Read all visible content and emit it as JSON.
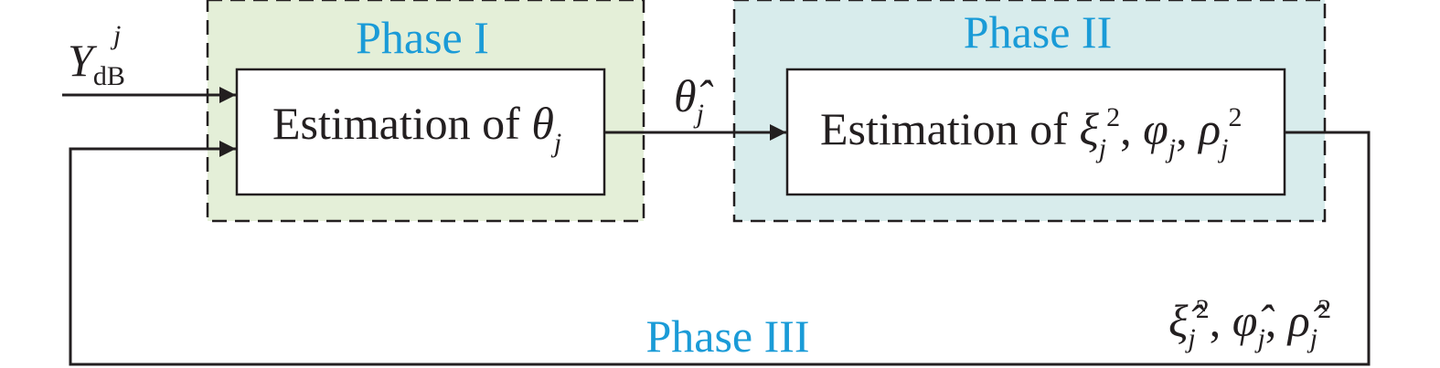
{
  "colors": {
    "phase1_fill": "#e4efd8",
    "phase2_fill": "#d8ecec",
    "phase_label": "#1a9bd7",
    "line": "#231f20",
    "box_fill": "#ffffff"
  },
  "phases": {
    "phase1": {
      "label": "Phase I"
    },
    "phase2": {
      "label": "Phase II"
    },
    "phase3": {
      "label": "Phase III"
    }
  },
  "blocks": {
    "estimation_theta": {
      "prefix": "Estimation of ",
      "symbol": "θ",
      "subscript": "j"
    },
    "estimation_xi_phi_rho": {
      "prefix": "Estimation of ",
      "xi": "ξ",
      "phi": "φ",
      "rho": "ρ",
      "subscript": "j",
      "superscript": "2",
      "comma": ", "
    }
  },
  "signals": {
    "input": {
      "symbol": "Y",
      "subscript": "dB",
      "superscript": "j"
    },
    "theta_hat": {
      "symbol": "θ̂",
      "subscript": "j"
    },
    "feedback": {
      "xi_hat": "ξ̂",
      "phi_hat": "φ̂",
      "rho_hat": "ρ̂",
      "subscript": "j",
      "superscript": "2",
      "comma": ", "
    }
  }
}
